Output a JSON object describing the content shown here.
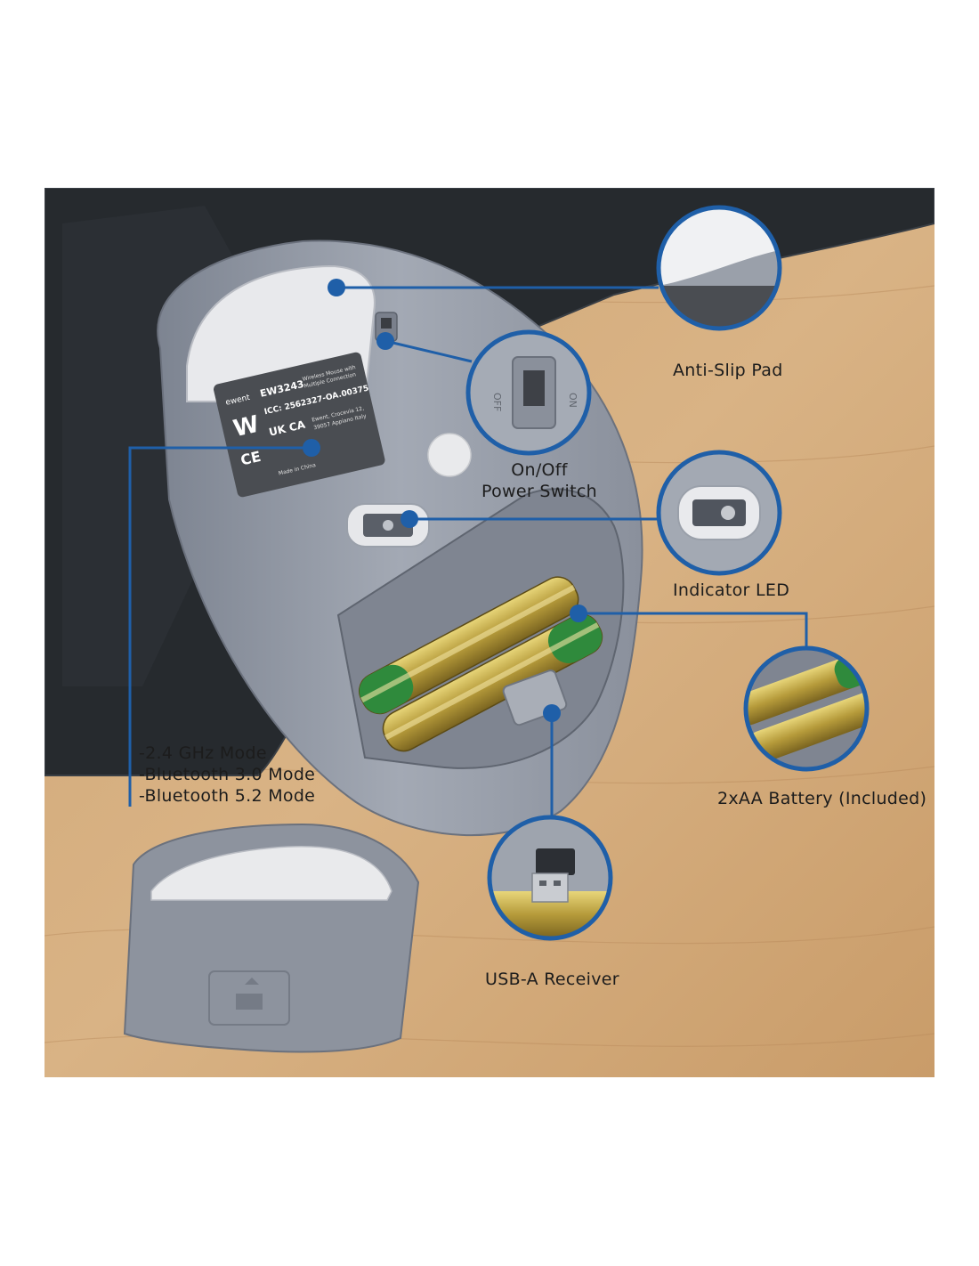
{
  "callouts": {
    "anti_slip_pad": "Anti-Slip Pad",
    "power_switch_line1": "On/Off",
    "power_switch_line2": "Power Switch",
    "indicator_led": "Indicator LED",
    "battery": "2xAA Battery (Included)",
    "receiver": "USB-A Receiver"
  },
  "modes": [
    "-2.4 GHz Mode",
    "-Bluetooth 3.0 Mode",
    "-Bluetooth 5.2 Mode"
  ],
  "label_sticker": {
    "brand": "ewent",
    "model": "EW3243",
    "desc_line1": "Wireless Mouse with",
    "desc_line2": "Multiple Connection",
    "icc": "ICC: 2562327-OA.00375",
    "address_line1": "Ewent, Crocevia 12,",
    "address_line2": "39057 Appiano Italy",
    "made_in": "Made in China",
    "marks": "UK CA"
  },
  "switch_labels": {
    "off": "OFF",
    "on": "ON"
  },
  "colors": {
    "accent": "#1f5fa8",
    "wood": "#d2a877",
    "dark_pad": "#262a2e",
    "mouse_shell": "#8f96a3"
  }
}
